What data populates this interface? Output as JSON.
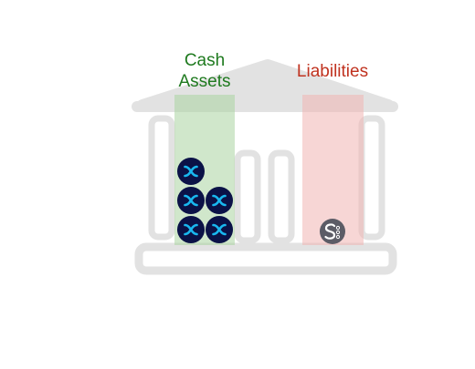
{
  "columns": {
    "cash": {
      "title_line1": "Cash",
      "title_line2": "Assets",
      "title_color": "#1f7a1f",
      "fill_color": "#a9d3a1",
      "token": "snx-token",
      "token_count": 5
    },
    "liabilities": {
      "title": "Liabilities",
      "title_color": "#c0321f",
      "fill_color": "#f1b5b2",
      "token": "susd-token",
      "token_count": 1
    }
  },
  "colors": {
    "building": "#e2e2e2",
    "snx_token_bg": "#0b1247",
    "snx_token_glyph": "#19b8f0",
    "susd_token_bg": "#5c5c66",
    "susd_token_glyph": "#ffffff"
  }
}
